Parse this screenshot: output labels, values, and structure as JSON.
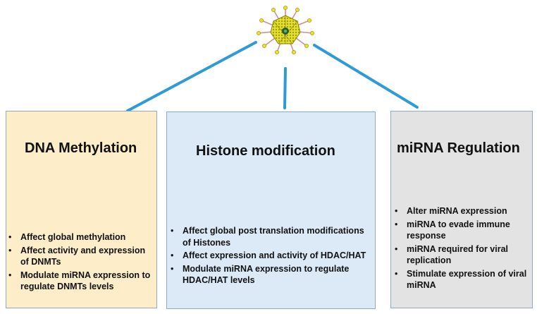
{
  "panels": [
    {
      "title": "DNA Methylation",
      "bullets": [
        "Affect global methylation",
        "Affect activity and expression of DNMTs",
        "Modulate miRNA expression to regulate DNMTs levels"
      ]
    },
    {
      "title": "Histone modification",
      "bullets": [
        "Affect global post translation modifications of Histones",
        "Affect expression and activity of HDAC/HAT",
        "Modulate miRNA expression to regulate HDAC/HAT levels"
      ]
    },
    {
      "title": "miRNA Regulation",
      "bullets": [
        "Alter miRNA expression",
        "miRNA to evade immune response",
        "miRNA required for viral replication",
        "Stimulate expression of viral miRNA"
      ]
    }
  ],
  "icons": {
    "center": "virus-icon"
  },
  "colors": {
    "connector": "#2e9bd6",
    "dna_panel": "#fdedc8",
    "histone_panel": "#dce9f6",
    "mirna_panel": "#e3e3e3",
    "virus_capsid": "#e4e028",
    "virus_spike": "#c9948c"
  }
}
